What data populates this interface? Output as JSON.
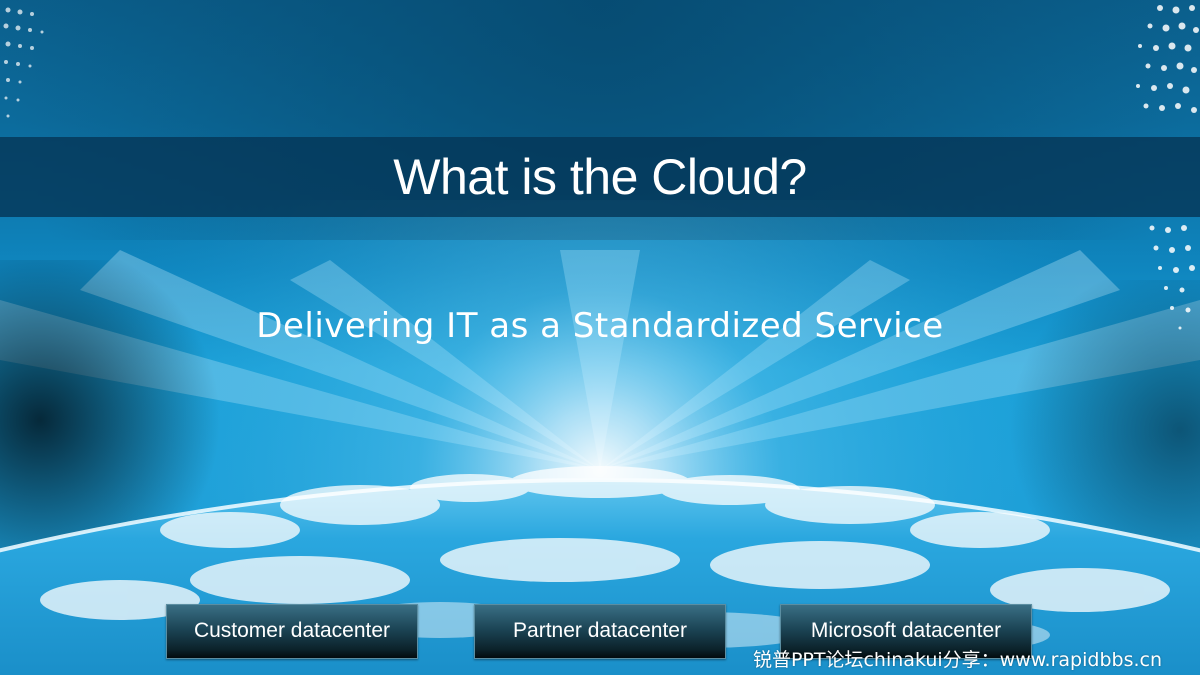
{
  "slide": {
    "title": "What is the Cloud?",
    "subtitle": "Delivering IT as a Standardized Service"
  },
  "datacenters": [
    {
      "label": "Customer datacenter"
    },
    {
      "label": "Partner datacenter"
    },
    {
      "label": "Microsoft datacenter"
    }
  ],
  "watermark": "锐普PPT论坛chinakui分享：www.rapidbbs.cn",
  "colors": {
    "background_top": "#0b5f8c",
    "background_bottom": "#1c9bd4",
    "title_band": "#053758",
    "text": "#ffffff"
  }
}
